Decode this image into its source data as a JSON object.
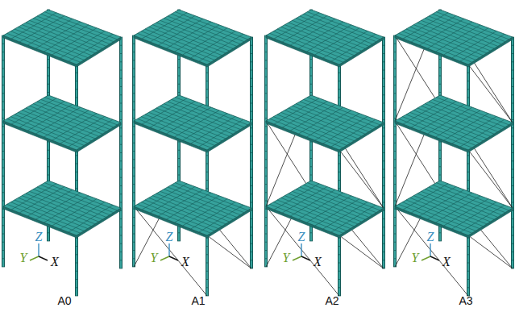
{
  "diagram": {
    "labels": [
      "Z",
      "Y",
      "X",
      "Z",
      "Y",
      "X",
      "Z",
      "Y",
      "X",
      "Z",
      "Y",
      "X",
      "A0",
      "A1",
      "A2",
      "A3"
    ]
  }
}
